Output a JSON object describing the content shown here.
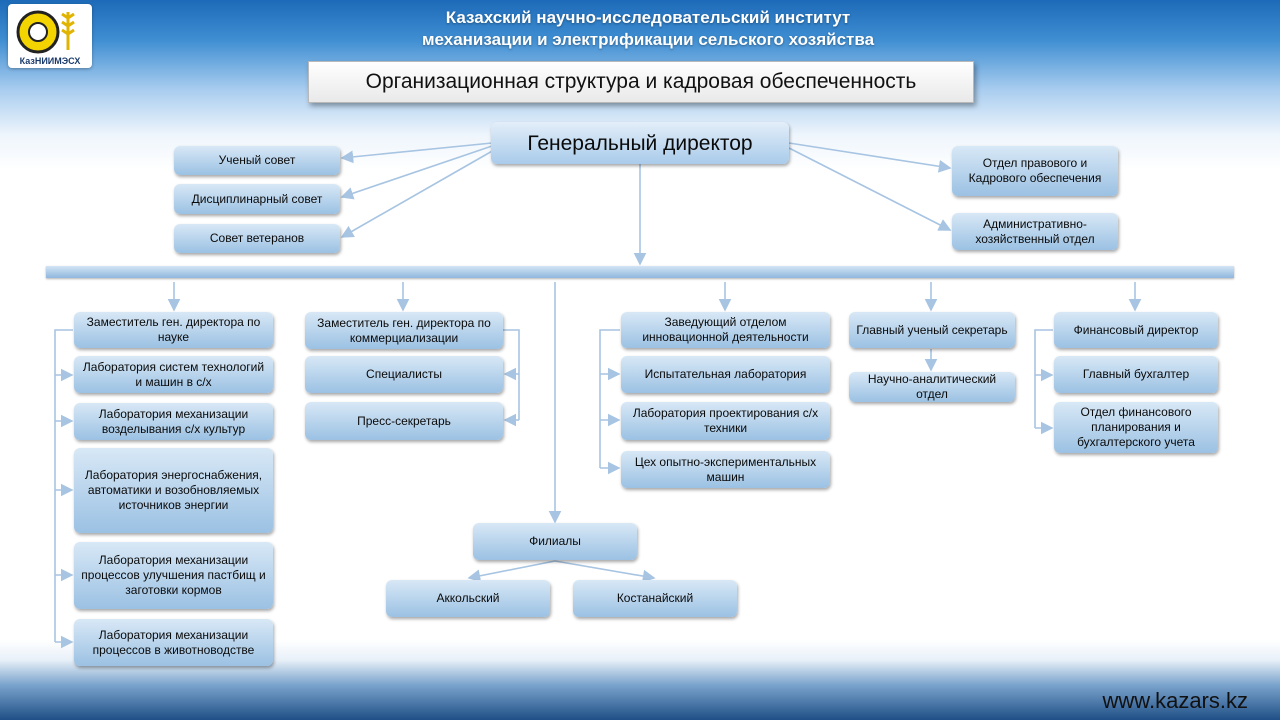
{
  "header": {
    "line1": "Казахский научно-исследовательский институт",
    "line2": "механизации и электрификации сельского хозяйства",
    "logo_text": "КазНИИМЭСХ"
  },
  "title": "Организационная  структура и кадровая обеспеченность",
  "director": "Генеральный директор",
  "left_councils": [
    "Ученый  совет",
    "Дисциплинарный совет",
    "Совет  ветеранов"
  ],
  "right_units": [
    "Отдел  правового и Кадрового обеспечения",
    "Административно-хозяйственный  отдел"
  ],
  "col1": {
    "head": "Заместитель  ген. директора по науке",
    "items": [
      "Лаборатория  систем технологий  и  машин в с/х",
      "Лаборатория  механизации возделывания  с/х культур",
      "Лаборатория энергоснабжения, автоматики  и возобновляемых источников энергии",
      "Лаборатория  механизации процессов улучшения пастбищ  и заготовки кормов",
      "Лаборатория  механизации процессов в животноводстве"
    ]
  },
  "col2": {
    "head": "Заместитель  ген. директора по коммерциализации",
    "items": [
      "Специалисты",
      "Пресс-секретарь"
    ]
  },
  "col3": {
    "head": "Заведующий отделом инновационной  деятельности",
    "items": [
      "Испытательная  лаборатория",
      "Лаборатория  проектирования с/х техники",
      "Цех опытно-экспериментальных  машин"
    ]
  },
  "col4": {
    "head": "Главный  ученый секретарь",
    "items": [
      "Научно-аналитический отдел"
    ]
  },
  "col5": {
    "head": "Финансовый директор",
    "items": [
      "Главный  бухгалтер",
      "Отдел  финансового планирования  и бухгалтерского  учета"
    ]
  },
  "branches": {
    "head": "Филиалы",
    "items": [
      "Аккольский",
      "Костанайский"
    ]
  },
  "website": "www.kazars.kz",
  "colors": {
    "box_top": "#d8e8f6",
    "box_bottom": "#9bc1e3",
    "line": "#a7c4e2"
  }
}
